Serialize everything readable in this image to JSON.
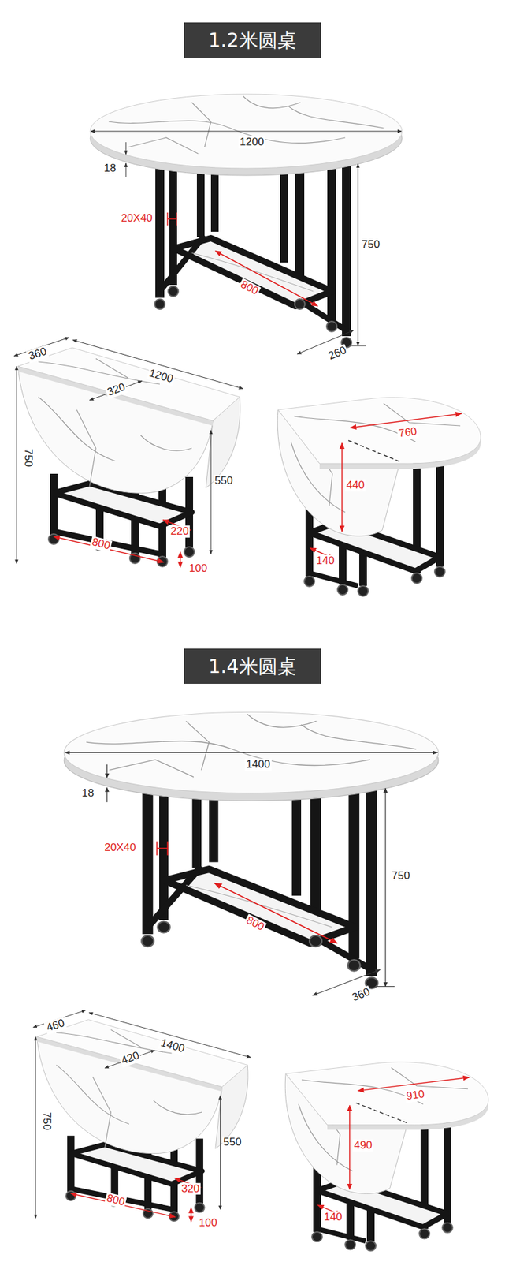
{
  "diagram": {
    "nodes": [
      {
        "text": [
          "1.2米圆桌"
        ]
      },
      {
        "text": [
          "1.4米圆桌"
        ]
      }
    ],
    "labels": [
      "1200",
      "18",
      "20X40",
      "750",
      "800",
      "260",
      "360",
      "1200",
      "320",
      "750",
      "550",
      "800",
      "220",
      "100",
      "760",
      "440",
      "140",
      "1400",
      "18",
      "20X40",
      "750",
      "800",
      "360",
      "460",
      "1400",
      "420",
      "750",
      "550",
      "800",
      "320",
      "100",
      "910",
      "490",
      "140"
    ]
  }
}
